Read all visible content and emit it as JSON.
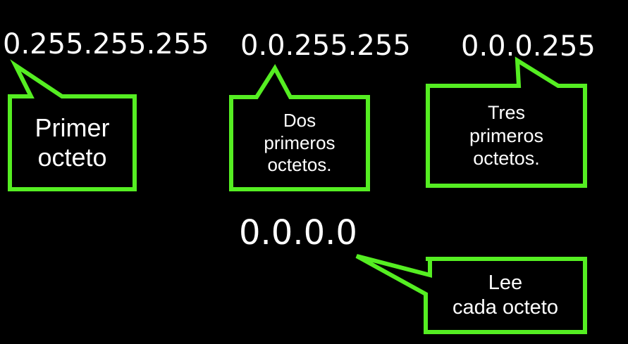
{
  "colors": {
    "background": "#000000",
    "text": "#ffffff",
    "callout_border": "#55ee22"
  },
  "addresses": [
    "0.255.255.255",
    "0.0.255.255",
    "0.0.0.255",
    "0.0.0.0"
  ],
  "callouts": [
    {
      "lines": [
        "Primer",
        "octeto"
      ]
    },
    {
      "lines": [
        "Dos",
        "primeros",
        "octetos."
      ]
    },
    {
      "lines": [
        "Tres",
        "primeros",
        "octetos."
      ]
    },
    {
      "lines": [
        "Lee",
        "cada octeto"
      ]
    }
  ]
}
